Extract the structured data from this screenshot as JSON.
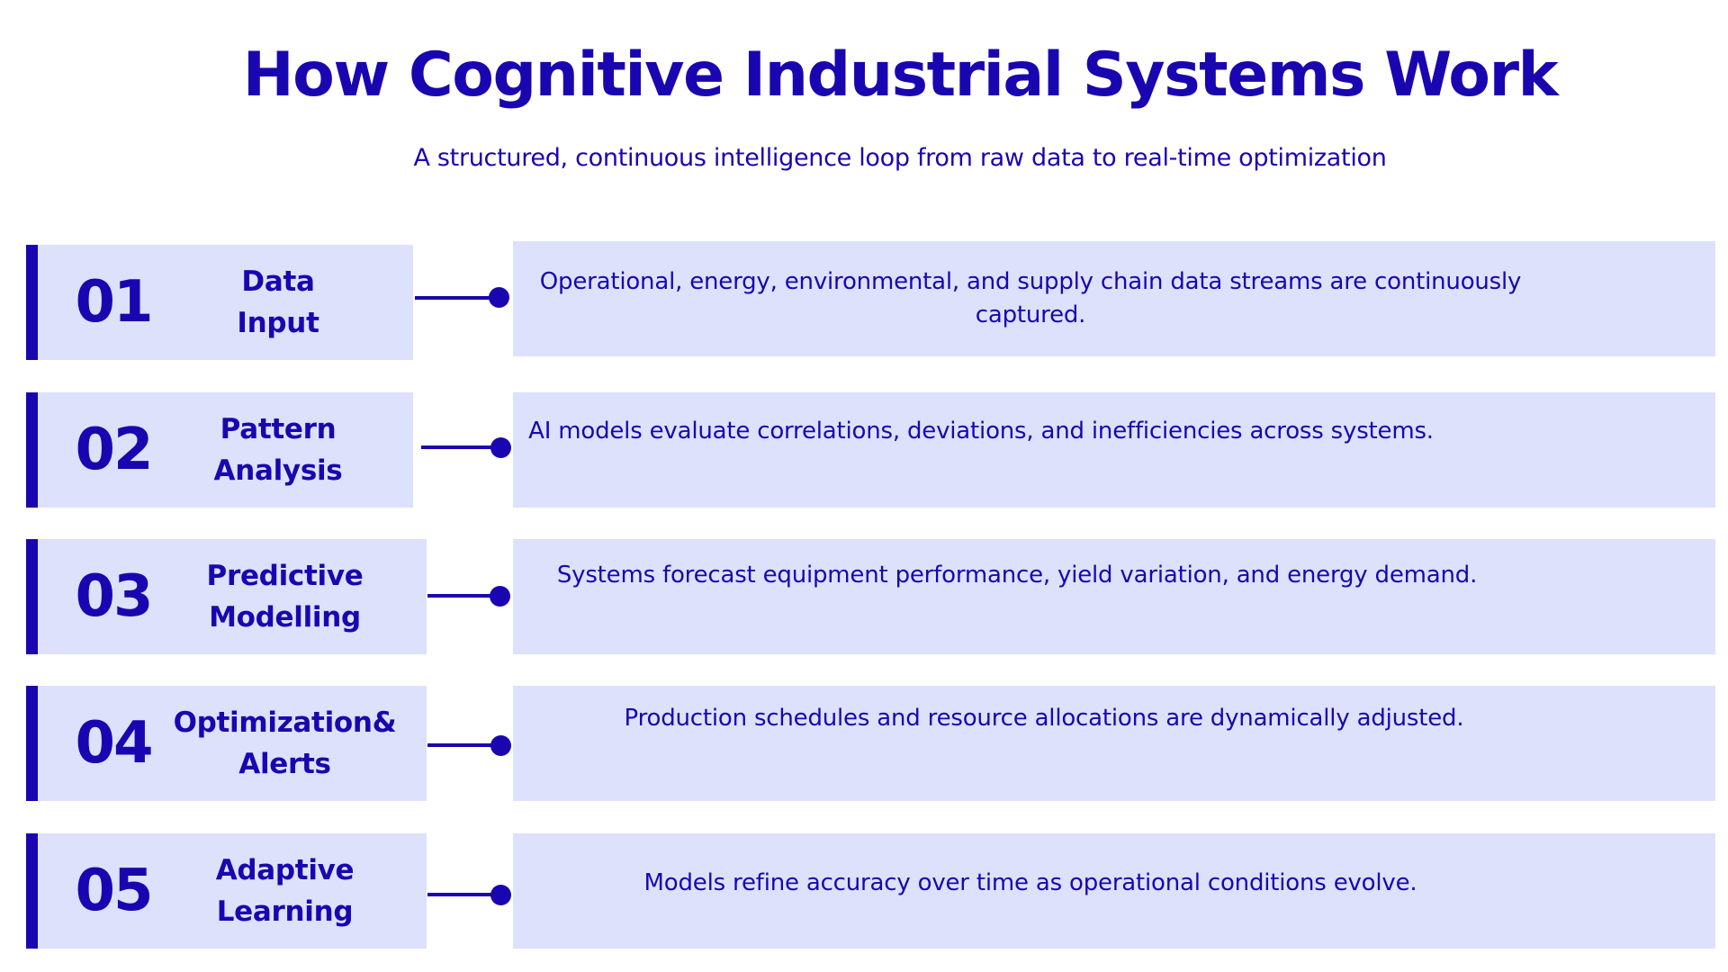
{
  "header": {
    "title": "How Cognitive Industrial Systems Work",
    "subtitle": "A structured, continuous intelligence loop from raw data to real-time optimization"
  },
  "colors": {
    "accent": "#1a06b0",
    "card_background": "#dde1fb",
    "page_background": "#ffffff"
  },
  "steps": [
    {
      "number": "01",
      "name_line1": "Data",
      "name_line2": "Input",
      "description": "Operational, energy, environmental, and supply chain data streams are continuously captured."
    },
    {
      "number": "02",
      "name_line1": "Pattern",
      "name_line2": "Analysis",
      "description": "AI models evaluate correlations, deviations, and inefficiencies across systems."
    },
    {
      "number": "03",
      "name_line1": "Predictive",
      "name_line2": "Modelling",
      "description": "Systems forecast equipment performance, yield variation, and energy demand."
    },
    {
      "number": "04",
      "name_line1": "Optimization&",
      "name_line2": "Alerts",
      "description": "Production schedules and resource allocations are dynamically adjusted."
    },
    {
      "number": "05",
      "name_line1": "Adaptive",
      "name_line2": "Learning",
      "description": "Models refine accuracy over time as operational conditions evolve."
    }
  ]
}
